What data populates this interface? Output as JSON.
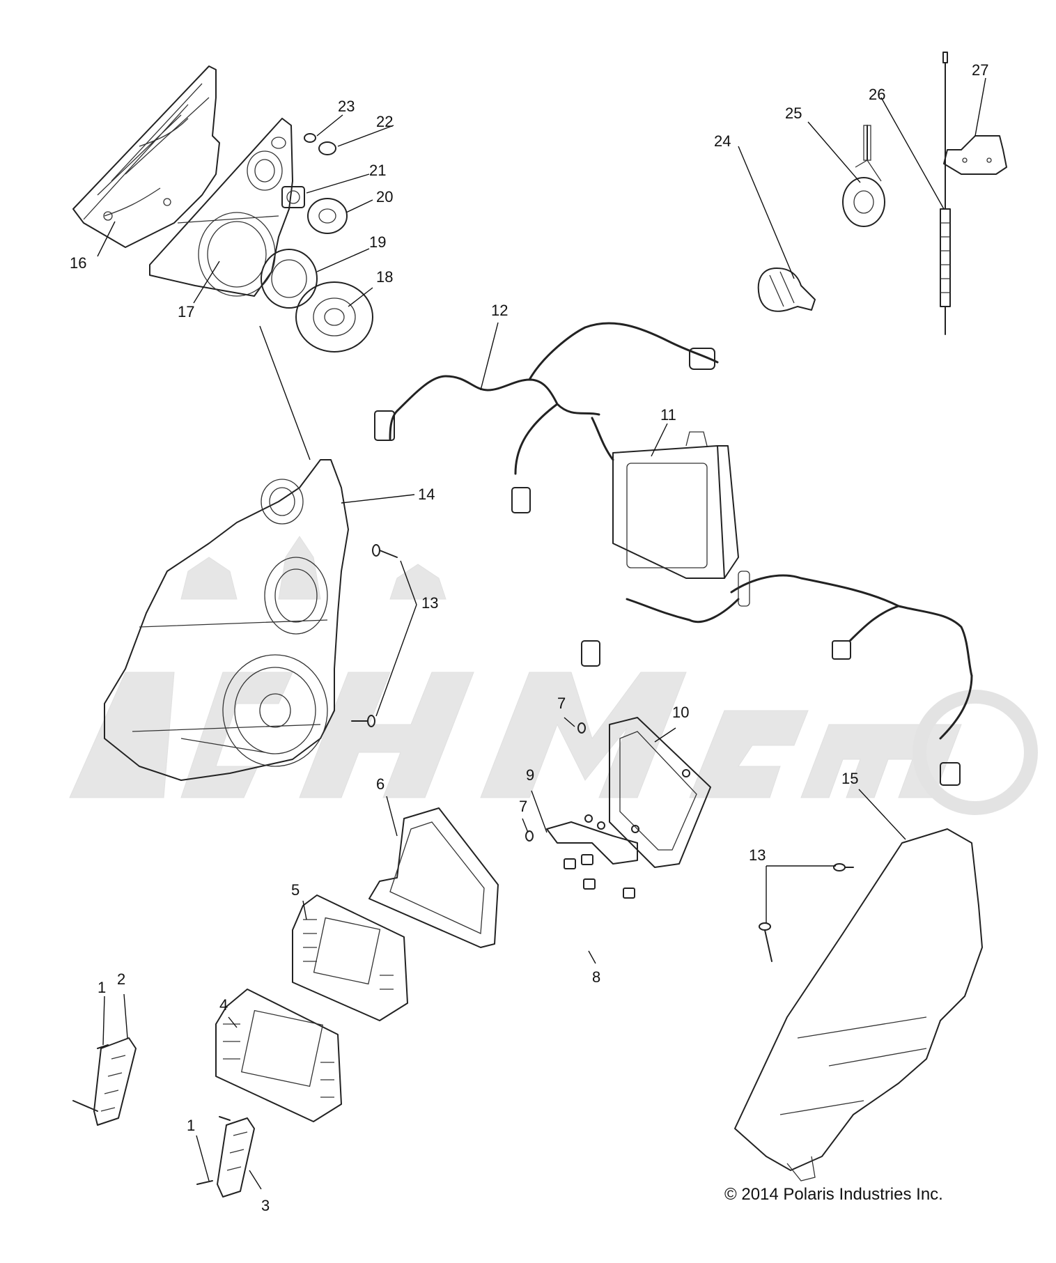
{
  "diagram": {
    "callouts": [
      "1",
      "2",
      "3",
      "4",
      "5",
      "6",
      "7",
      "8",
      "9",
      "10",
      "11",
      "12",
      "13",
      "14",
      "15",
      "16",
      "17",
      "18",
      "19",
      "20",
      "21",
      "22",
      "23",
      "24",
      "25",
      "26",
      "27",
      "1",
      "7",
      "13"
    ],
    "copyright": "© 2014 Polaris Industries Inc."
  }
}
